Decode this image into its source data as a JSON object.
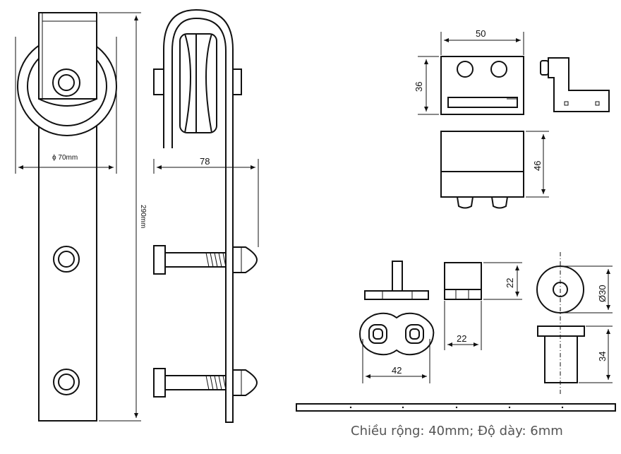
{
  "dimensions": {
    "wheel_diameter": "ϕ 70mm",
    "strap_offset": "78",
    "total_height": "290mm",
    "bracket_width": "50",
    "bracket_height": "36",
    "block_height": "46",
    "stopper_height": "22",
    "stopper_width": "22",
    "guide_width": "42",
    "roller_diameter": "Ø30",
    "roller_height": "34"
  },
  "caption": "Chiều rộng: 40mm; Độ dày: 6mm"
}
